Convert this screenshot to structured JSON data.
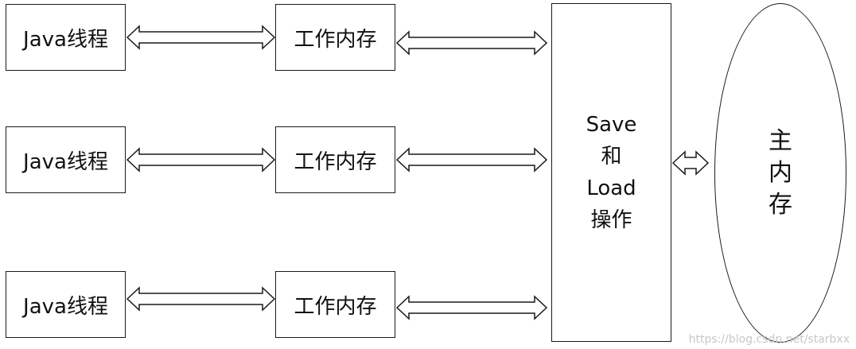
{
  "threads": [
    {
      "label": "Java线程"
    },
    {
      "label": "Java线程"
    },
    {
      "label": "Java线程"
    }
  ],
  "work_memory": [
    {
      "label": "工作内存"
    },
    {
      "label": "工作内存"
    },
    {
      "label": "工作内存"
    }
  ],
  "operation": {
    "lines": [
      "Save",
      "和",
      "Load",
      "操作"
    ]
  },
  "main_memory": {
    "chars": [
      "主",
      "内",
      "存"
    ]
  },
  "watermark": "https://blog.csdn.net/starbxx"
}
